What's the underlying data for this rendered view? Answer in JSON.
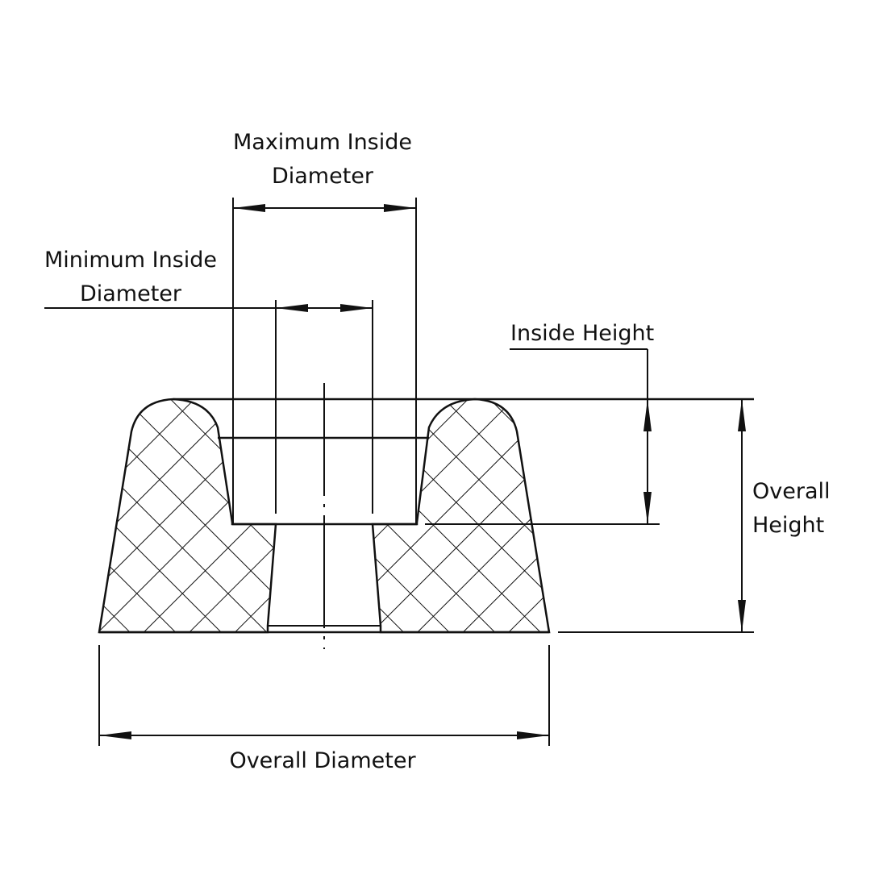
{
  "labels": {
    "max_inside_diameter": [
      "Maximum Inside",
      "Diameter"
    ],
    "min_inside_diameter": [
      "Minimum Inside",
      "Diameter"
    ],
    "inside_height": "Inside Height",
    "overall_height": [
      "Overall",
      "Height"
    ],
    "overall_diameter": "Overall Diameter"
  },
  "colors": {
    "line": "#111111",
    "background": "#ffffff"
  }
}
